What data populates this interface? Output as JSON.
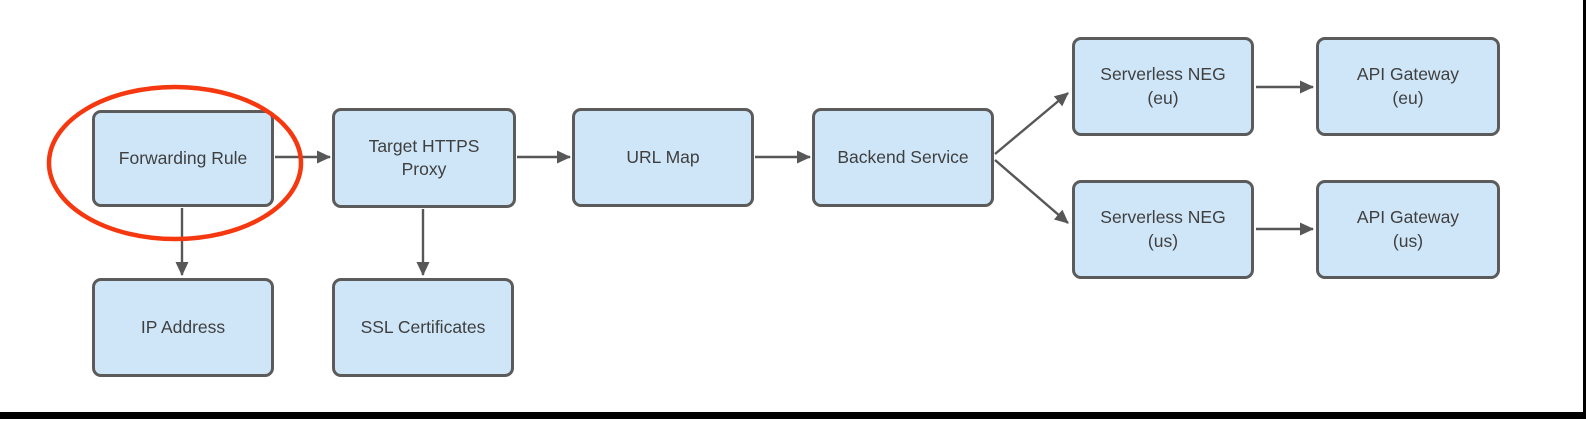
{
  "colors": {
    "node_fill": "#cfe6f8",
    "node_border": "#5b5b5b",
    "arrow": "#575757",
    "text": "#3f3f3f",
    "highlight": "#f5380f",
    "frame": "#000000",
    "background": "#ffffff"
  },
  "diagram": {
    "nodes": [
      {
        "id": "forwarding-rule",
        "label": "Forwarding Rule",
        "highlighted": true
      },
      {
        "id": "target-https-proxy",
        "label": "Target HTTPS\nProxy"
      },
      {
        "id": "url-map",
        "label": "URL Map"
      },
      {
        "id": "backend-service",
        "label": "Backend Service"
      },
      {
        "id": "serverless-neg-eu",
        "label": "Serverless NEG\n(eu)"
      },
      {
        "id": "api-gateway-eu",
        "label": "API Gateway\n(eu)"
      },
      {
        "id": "serverless-neg-us",
        "label": "Serverless NEG\n(us)"
      },
      {
        "id": "api-gateway-us",
        "label": "API Gateway\n(us)"
      },
      {
        "id": "ip-address",
        "label": "IP Address"
      },
      {
        "id": "ssl-certificates",
        "label": "SSL Certificates"
      }
    ],
    "edges": [
      {
        "from": "forwarding-rule",
        "to": "target-https-proxy"
      },
      {
        "from": "target-https-proxy",
        "to": "url-map"
      },
      {
        "from": "url-map",
        "to": "backend-service"
      },
      {
        "from": "backend-service",
        "to": "serverless-neg-eu"
      },
      {
        "from": "backend-service",
        "to": "serverless-neg-us"
      },
      {
        "from": "serverless-neg-eu",
        "to": "api-gateway-eu"
      },
      {
        "from": "serverless-neg-us",
        "to": "api-gateway-us"
      },
      {
        "from": "forwarding-rule",
        "to": "ip-address"
      },
      {
        "from": "target-https-proxy",
        "to": "ssl-certificates"
      }
    ],
    "annotation": {
      "type": "ellipse",
      "around": "forwarding-rule",
      "color": "#f5380f"
    }
  }
}
